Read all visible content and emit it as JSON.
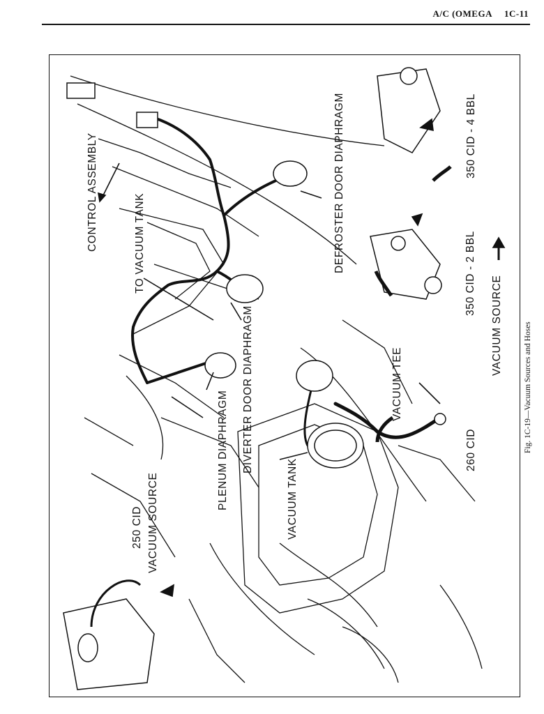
{
  "header": {
    "section": "A/C (OMEGA",
    "page": "1C-11"
  },
  "figure": {
    "caption": "Fig. 1C-19—Vacuum Sources and Hoses",
    "labels": {
      "control_assembly": "CONTROL ASSEMBLY",
      "to_vacuum_tank": "TO VACUUM TANK",
      "defroster_door_diaphragm": "DEFROSTER DOOR DIAPHRAGM",
      "diverter_door_diaphragm": "DIVERTER DOOR DIAPHRAGM",
      "plenum_diaphragm": "PLENUM DIAPHRAGM",
      "vacuum_tank": "VACUUM TANK",
      "vacuum_tee": "VACUUM TEE",
      "cid_250": "250 CID",
      "vacuum_source_250": "VACUUM SOURCE",
      "cid_260": "260 CID",
      "cid_350_2bbl": "350 CID - 2 BBL",
      "cid_350_4bbl": "350 CID - 4 BBL",
      "vacuum_source_legend": "VACUUM SOURCE"
    }
  }
}
